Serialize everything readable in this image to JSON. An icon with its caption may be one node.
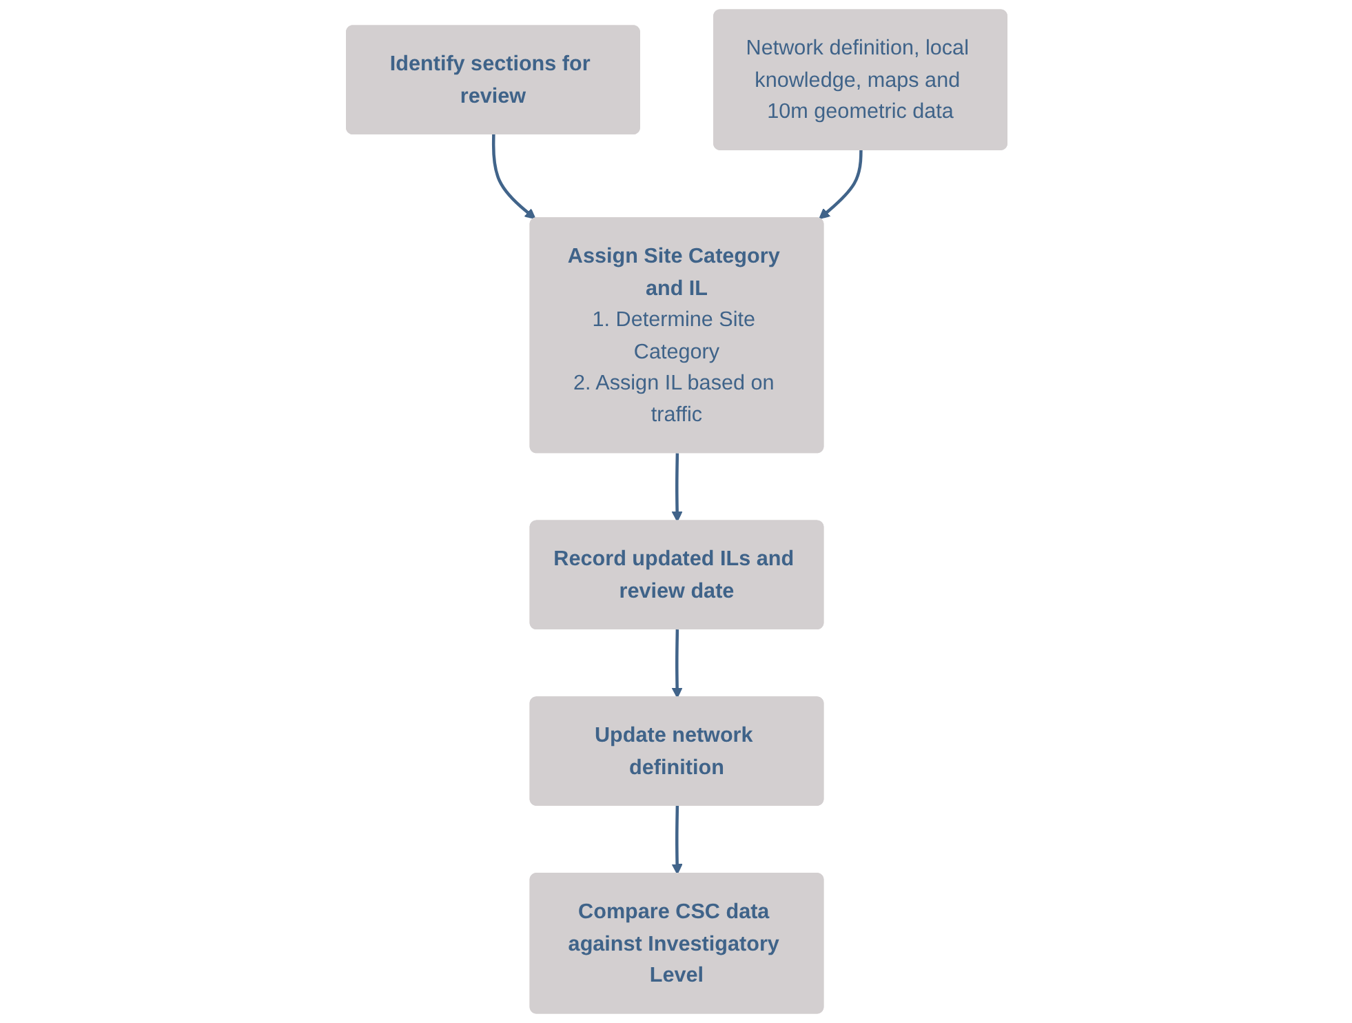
{
  "diagram": {
    "nodes": [
      {
        "text": [
          "Identify sections for review"
        ]
      },
      {
        "text": [
          "Assign Site Category and IL",
          "1. Determine Site Category",
          "2. Assign IL based on traffic"
        ]
      },
      {
        "text": [
          "Network definition, local knowledge, maps and 10m geometric data"
        ]
      },
      {
        "text": [
          "Record updated ILs and review date"
        ]
      },
      {
        "text": [
          "Update network definition"
        ]
      },
      {
        "text": [
          "Compare CSC data against Investigatory Level"
        ]
      }
    ],
    "edges": [
      {
        "from": 0,
        "to": 1,
        "arrow": "to"
      },
      {
        "from": 2,
        "to": 1,
        "arrow": "to"
      },
      {
        "from": 1,
        "to": 3,
        "arrow": "to"
      },
      {
        "from": 3,
        "to": 4,
        "arrow": "to"
      },
      {
        "from": 4,
        "to": 5,
        "arrow": "to"
      }
    ]
  }
}
